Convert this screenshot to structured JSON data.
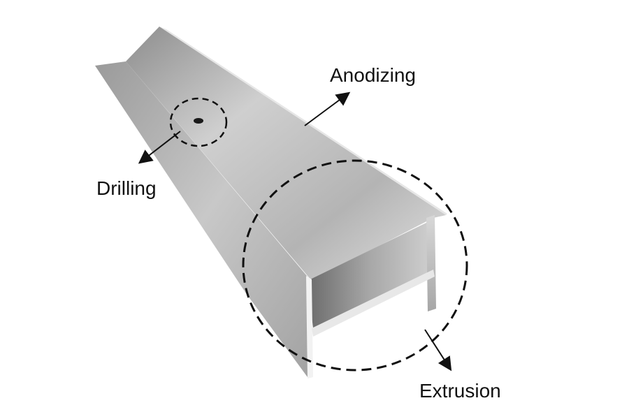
{
  "labels": {
    "anodizing": "Anodizing",
    "drilling": "Drilling",
    "extrusion": "Extrusion"
  },
  "colors": {
    "background": "#ffffff",
    "text": "#111111",
    "annotation": "#111111",
    "metal_light": "#d9d9d9",
    "metal_mid": "#a9a9a9",
    "metal_dark": "#6f6f6f"
  },
  "subject": "aluminum H-profile extrusion"
}
